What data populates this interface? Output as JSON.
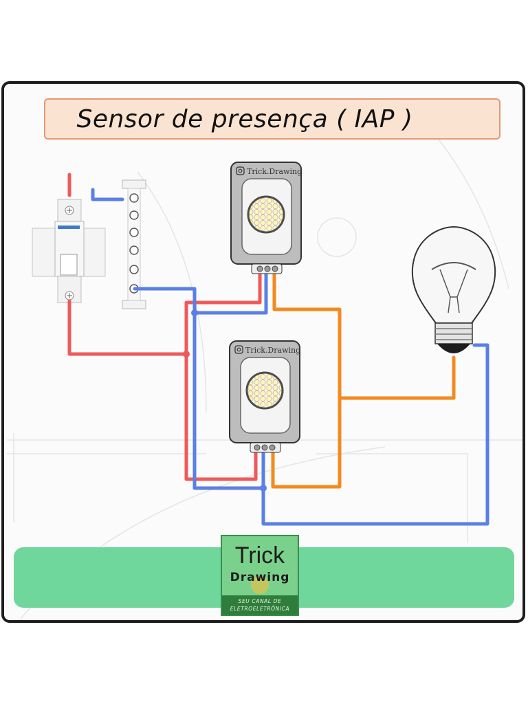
{
  "title": "Sensor de presença ( IAP )",
  "sensors": [
    {
      "brand_label": "Trick.Drawing"
    },
    {
      "brand_label": "Trick.Drawing"
    }
  ],
  "logo": {
    "line1": "Trick",
    "line2": "Drawing",
    "slogan_line1": "SEU CANAL DE",
    "slogan_line2": "ELETROELETRÔNICA"
  },
  "wire_colors": {
    "phase": "#ee5a5a",
    "neutral": "#5a7fe6",
    "return": "#f48a1e"
  },
  "icons": [
    "instagram-icon",
    "circuit-breaker-icon",
    "terminal-bar-icon",
    "light-bulb-icon",
    "presence-sensor-icon"
  ]
}
